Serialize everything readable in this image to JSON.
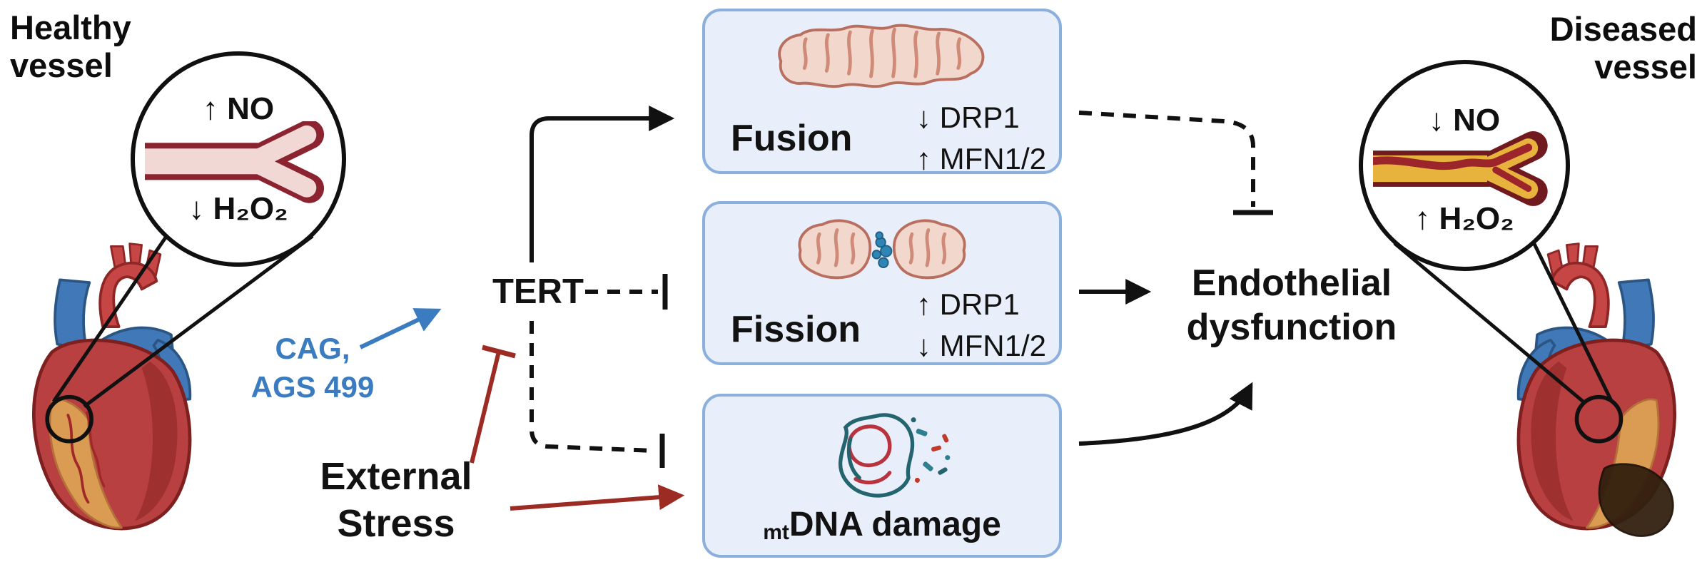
{
  "healthy": {
    "title": "Healthy\nvessel",
    "no": "↑ NO",
    "h2o2": "↓ H₂O₂"
  },
  "diseased": {
    "title": "Diseased\nvessel",
    "no": "↓ NO",
    "h2o2": "↑ H₂O₂"
  },
  "pathway": {
    "tert": "TERT",
    "activators": "CAG,\nAGS 499",
    "stressor": "External\nStress",
    "outcome": "Endothelial\ndysfunction"
  },
  "boxes": {
    "fusion": {
      "title": "Fusion",
      "stat1": "↓ DRP1",
      "stat2": "↑ MFN1/2"
    },
    "fission": {
      "title": "Fission",
      "stat1": "↑ DRP1",
      "stat2": "↓ MFN1/2"
    },
    "mtdna": {
      "prefix": "mt",
      "title": "DNA damage"
    }
  },
  "colors": {
    "box_fill": "#e9effa",
    "box_border": "#8cb0dd",
    "activator_blue": "#3b7cc0",
    "stress_red": "#9c2b24",
    "line_black": "#111111"
  }
}
